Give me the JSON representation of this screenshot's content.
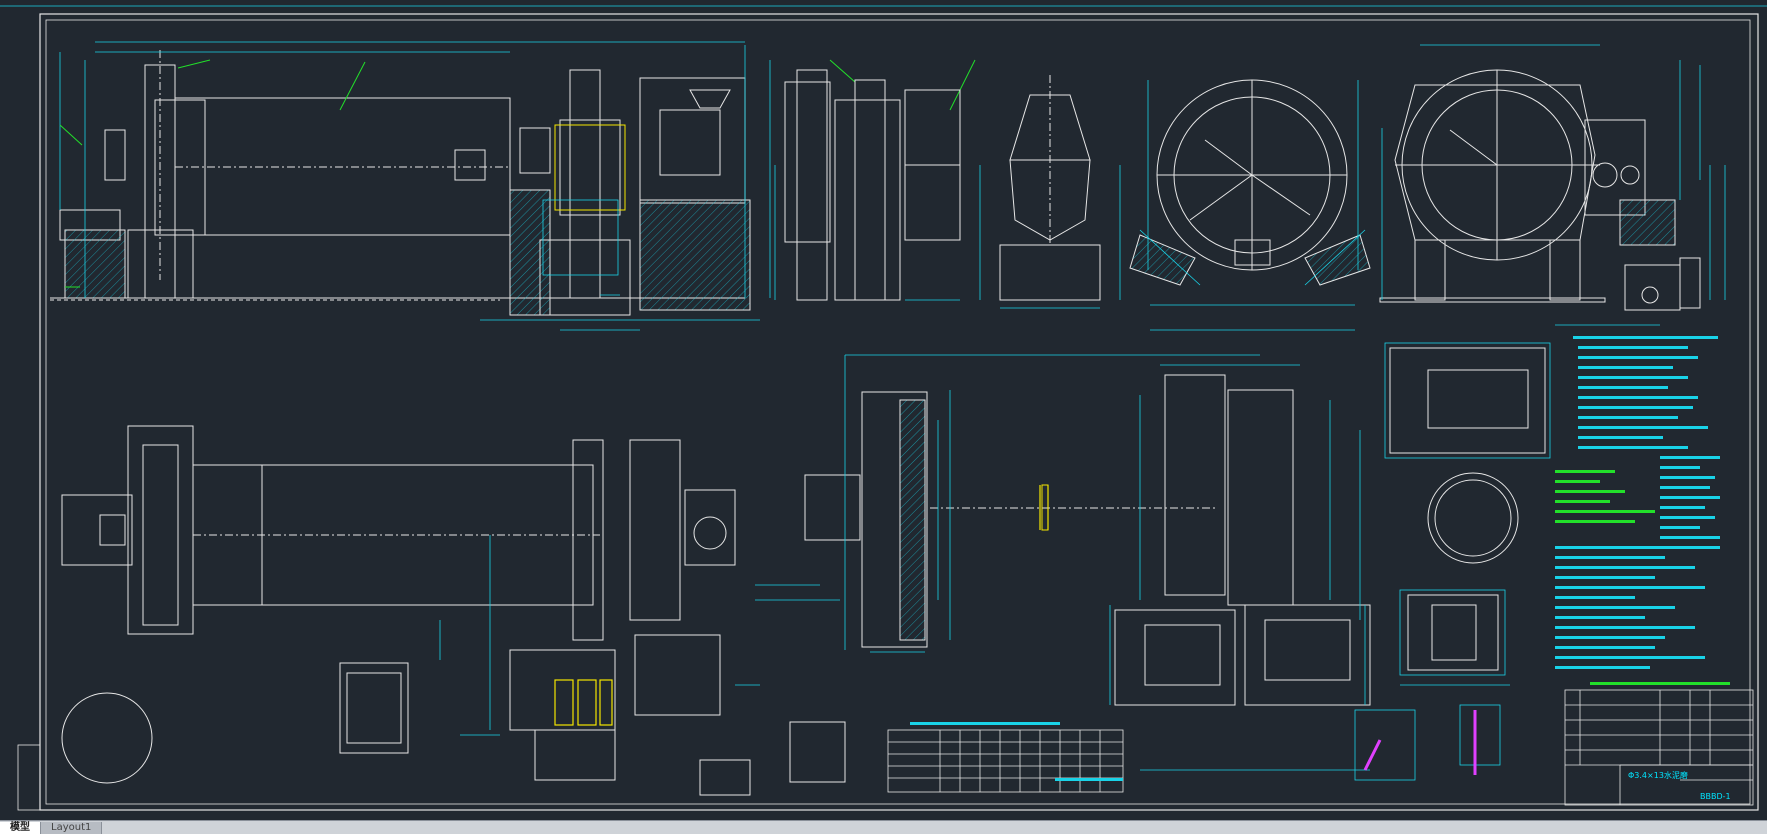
{
  "tabs": [
    {
      "label": "模型",
      "active": true
    },
    {
      "label": "Layout1",
      "active": false
    }
  ],
  "title_block": {
    "drawing_title": "Φ3.4×13水泥磨",
    "drawing_number": "BBBD-1"
  },
  "colors": {
    "background": "#212830",
    "line_white": "#e6e6e6",
    "dimension_cyan": "#19d3e8",
    "note_green": "#22e02a",
    "highlight_yellow": "#f5e600",
    "highlight_magenta": "#e040ff"
  }
}
